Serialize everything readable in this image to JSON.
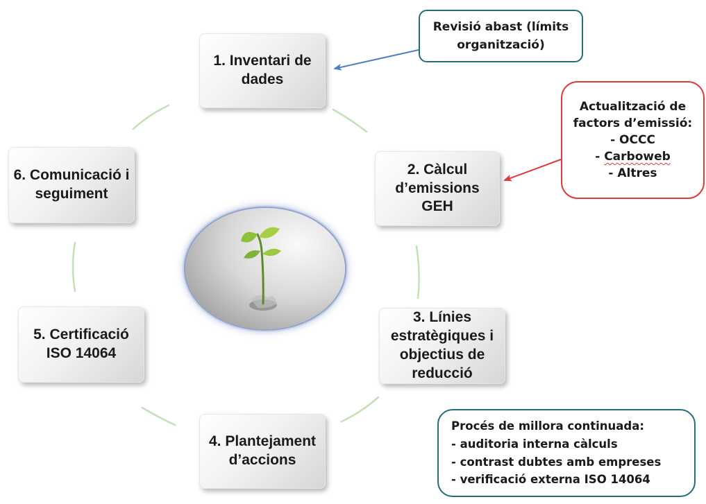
{
  "steps": [
    {
      "key": "inventari",
      "label": "1. Inventari de\ndades"
    },
    {
      "key": "calcul",
      "label": "2. Càlcul\nd’emissions\nGEH"
    },
    {
      "key": "linies",
      "label": "3. Línies\nestratègiques i\nobjectius de\nreducció"
    },
    {
      "key": "plantejament",
      "label": "4. Plantejament\nd’accions"
    },
    {
      "key": "certificacio",
      "label": "5. Certificació\nISO 14064"
    },
    {
      "key": "comunicacio",
      "label": "6. Comunicació i\nseguiment"
    }
  ],
  "callouts": {
    "revisio_abast": {
      "lines": [
        "Revisió abast (límits",
        "organització)"
      ]
    },
    "factors_emissio": {
      "lines": [
        "Actualització de",
        "factors d’emissió:",
        "- OCCC"
      ],
      "carboweb_dash": "- ",
      "carboweb_word": "Carboweb",
      "last_line": "- Altres"
    },
    "millora_continuada": {
      "lines": [
        "Procés de millora continuada:",
        "- auditoria interna càlculs",
        "- contrast dubtes amb empreses",
        "- verificació externa ISO 14064"
      ]
    }
  },
  "colors": {
    "cycle_arc": "#c5e0b4",
    "arrow_blue": "#4f7fc1",
    "arrow_red": "#e0383b",
    "teal_border": "#1f6f7a",
    "red_border": "#e0383b"
  },
  "center_image": {
    "icon": "sprout-icon"
  }
}
